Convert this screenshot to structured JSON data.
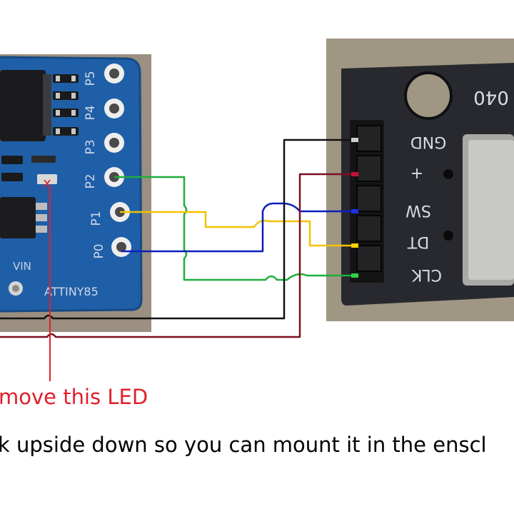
{
  "attiny_board": {
    "chip_label": "ATTINY85",
    "pins": [
      "P5",
      "P4",
      "P3",
      "P2",
      "P1",
      "P0"
    ],
    "power_label": "VIN"
  },
  "encoder_board": {
    "model_partial": "040",
    "pins": [
      "GND",
      "+",
      "SW",
      "DT",
      "CLK"
    ]
  },
  "colors": {
    "wire_green": "#1fae3a",
    "wire_yellow": "#f2c200",
    "wire_blue": "#0a1fbf",
    "wire_black": "#111111",
    "wire_red": "#7a1020",
    "annotation_red": "#e0202a",
    "pcb_blue": "#1f5fa8",
    "encoder_pcb": "#27292e"
  },
  "annotations": {
    "marker": "x",
    "remove_led": "move this LED",
    "instruction": "k upside down so you can mount it in the enscl"
  }
}
